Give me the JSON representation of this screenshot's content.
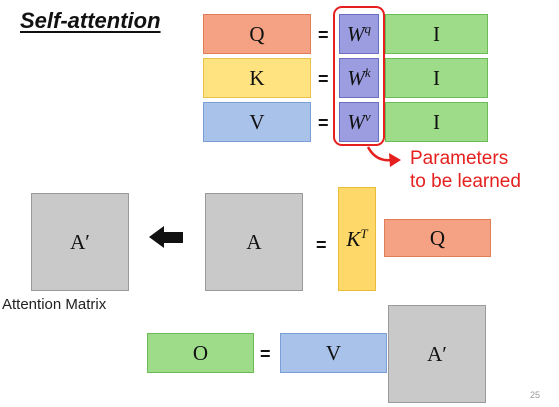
{
  "title": "Self-attention",
  "page_number": "25",
  "projections": {
    "q": {
      "left": "Q",
      "weight": "W",
      "weight_sup": "q",
      "input": "I"
    },
    "k": {
      "left": "K",
      "weight": "W",
      "weight_sup": "k",
      "input": "I"
    },
    "v": {
      "left": "V",
      "weight": "W",
      "weight_sup": "v",
      "input": "I"
    },
    "equals": "="
  },
  "annotation": {
    "line1": "Parameters",
    "line2": "to be learned"
  },
  "attention": {
    "a_prime": "A′",
    "a": "A",
    "equals": "=",
    "k_t": "K",
    "k_t_sup": "T",
    "q": "Q",
    "caption": "Attention Matrix"
  },
  "output": {
    "o": "O",
    "equals": "=",
    "v": "V",
    "a_prime": "A′"
  },
  "colors": {
    "query": "#f5a284",
    "key": "#ffe380",
    "value": "#a9c2ea",
    "input": "#9fdc8a",
    "weight": "#9b9de0",
    "matrix": "#c9c9c9",
    "highlight": "#e5201f"
  }
}
